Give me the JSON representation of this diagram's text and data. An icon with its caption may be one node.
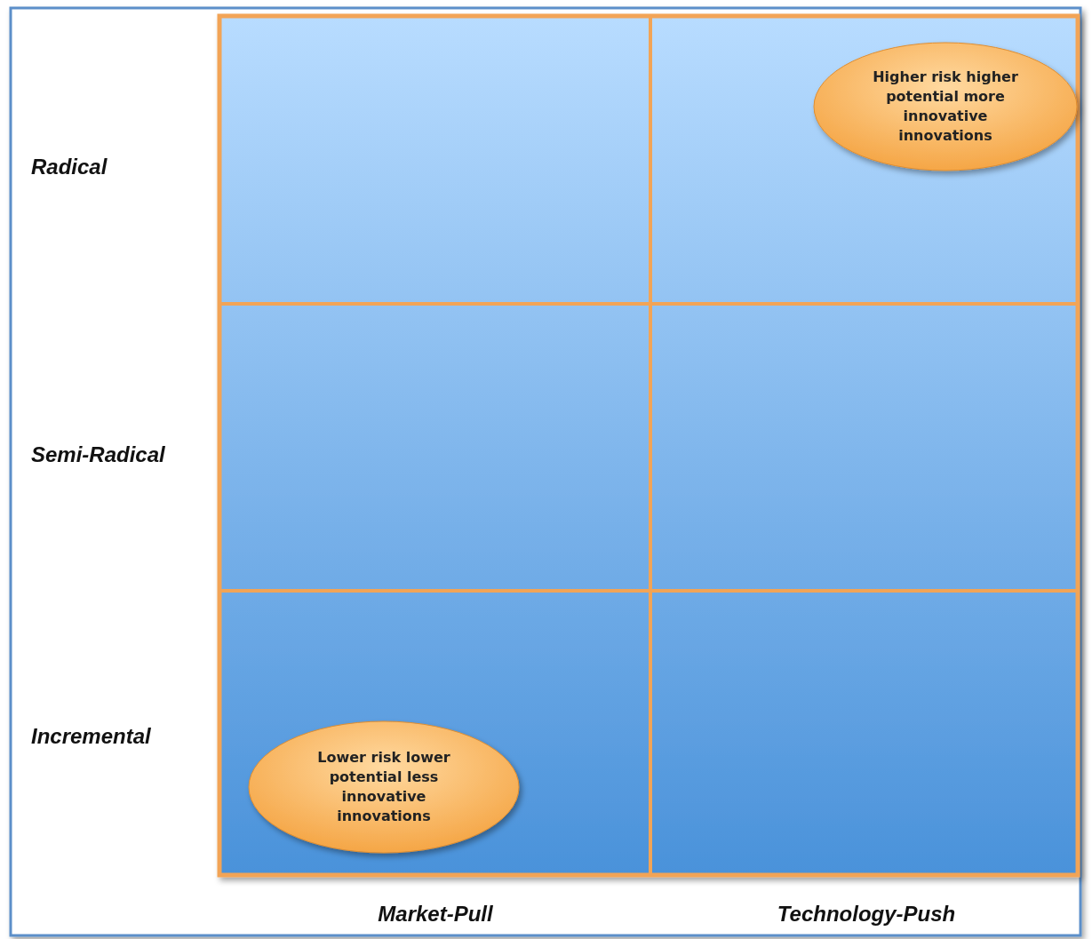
{
  "diagram": {
    "nodes": [
      {
        "text": [
          "Higher risk higher potential more innovative innovations"
        ]
      },
      {
        "text": [
          "Lower risk lower potential less innovative innovations"
        ]
      }
    ],
    "labels": [
      "Radical",
      "Semi-Radical",
      "Incremental",
      "Market-Pull",
      "Technology-Push"
    ]
  }
}
